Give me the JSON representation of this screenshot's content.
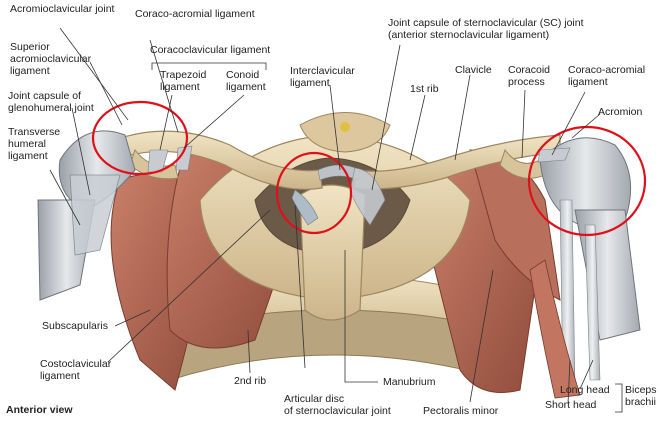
{
  "labels": {
    "acromioclavicular_joint": "Acromioclavicular joint",
    "coraco_acromial_ligament_top": "Coraco-acromial ligament",
    "superior_acromioclavicular_ligament": "Superior\nacromioclavicular\nligament",
    "coracoclavicular_ligament": "Coracoclavicular ligament",
    "trapezoid_ligament": "Trapezoid\nligament",
    "conoid_ligament": "Conoid\nligament",
    "joint_capsule_glenohumeral": "Joint capsule of\nglenohumeral joint",
    "transverse_humeral_ligament": "Transverse\nhumeral\nligament",
    "interclavicular_ligament": "Interclavicular\nligament",
    "joint_capsule_sc": "Joint capsule of sternoclavicular (SC) joint\n(anterior sternoclavicular ligament)",
    "first_rib": "1st rib",
    "clavicle": "Clavicle",
    "coracoid_process": "Coracoid\nprocess",
    "coraco_acromial_ligament_right": "Coraco-acromial\nligament",
    "acromion": "Acromion",
    "subscapularis": "Subscapularis",
    "costoclavicular_ligament": "Costoclavicular\nligament",
    "second_rib": "2nd rib",
    "articular_disc": "Articular disc\nof sternoclavicular joint",
    "manubrium": "Manubrium",
    "pectoralis_minor": "Pectoralis minor",
    "long_head": "Long head",
    "short_head": "Short head",
    "biceps_brachii": "Biceps\nbrachii",
    "anterior_view": "Anterior view"
  },
  "colors": {
    "bone": "#e8d6b0",
    "bone_shadow": "#c9b184",
    "muscle": "#b86a55",
    "muscle_dark": "#8f4a3a",
    "ligament": "#c8ccd2",
    "cartilage": "#a8b8c4",
    "highlight_circle": "#e0101a"
  }
}
